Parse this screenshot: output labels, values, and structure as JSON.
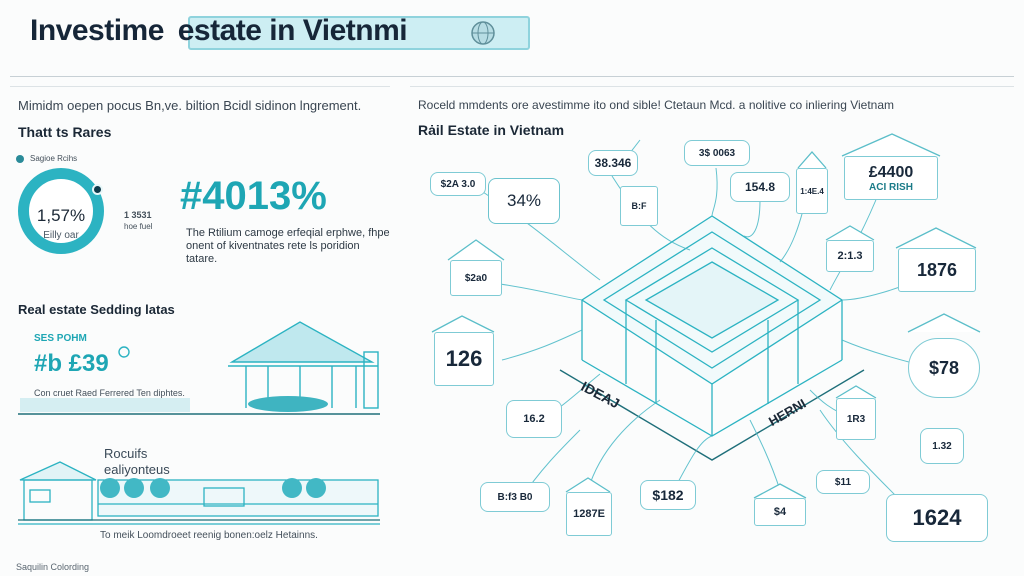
{
  "header": {
    "title_left": "Investime",
    "title_right": "estate in Vietnmi",
    "icon": "globe-icon"
  },
  "left": {
    "subtitle": "Mimidm oepen pocus Bn,ve. biltion Bcidl sidinon lngrement.",
    "section1_heading": "Thatt ts Rares",
    "legend_label": "Sagioe Rcihs",
    "ring": {
      "value": "1,57%",
      "label": "Eilly oar",
      "fraction": 0.82
    },
    "ring_side_value": "1 3531",
    "ring_side_sub": "hoe fuel",
    "big_stat": "#4013%",
    "desc": "The Rtilium camoge erfeqial erphwe, fhpe onent of kiventnates rete ls poridion tatare.",
    "section2_heading": "Real estate Sedding latas",
    "section2_small": "SES POHM",
    "section2_value": "#b £39",
    "section2_caption": "Con cruet Raed Ferrered Ten diphtes.",
    "section3_title_1": "Rocuifs",
    "section3_title_2": "ealiyonteus",
    "section3_caption": "To meik Loomdroeet reenig bonen:oelz Hetainns.",
    "footer": "Saquilin Colording"
  },
  "right": {
    "subtitle": "Roceld mmdents ore avestimme ito ond sible! Ctetaun Mcd. a nolitive co inliering Vietnam",
    "heading": "Rȧil Estate in Vietnam",
    "center_label_left": "IDEAJ",
    "center_label_right": "HERNI",
    "callouts": [
      {
        "text": "38.346",
        "sub": ""
      },
      {
        "text": "3$ 0063",
        "sub": ""
      },
      {
        "text": "£4400",
        "sub": "ACI RISH"
      },
      {
        "text": "$2A 3.0",
        "sub": ""
      },
      {
        "text": "34%",
        "sub": ""
      },
      {
        "text": "154.8",
        "sub": ""
      },
      {
        "text": "B:F",
        "sub": ""
      },
      {
        "text": "1:4E.4",
        "sub": ""
      },
      {
        "text": "2:1.3",
        "sub": ""
      },
      {
        "text": "1876",
        "sub": ""
      },
      {
        "text": "$2a0",
        "sub": ""
      },
      {
        "text": "126",
        "sub": ""
      },
      {
        "text": "$78",
        "sub": ""
      },
      {
        "text": "16.2",
        "sub": ""
      },
      {
        "text": "1R3",
        "sub": ""
      },
      {
        "text": "1.32",
        "sub": ""
      },
      {
        "text": "$11",
        "sub": ""
      },
      {
        "text": "B:f3 B0",
        "sub": ""
      },
      {
        "text": "1287E",
        "sub": ""
      },
      {
        "text": "$182",
        "sub": ""
      },
      {
        "text": "$4",
        "sub": ""
      },
      {
        "text": "1624",
        "sub": ""
      }
    ]
  },
  "colors": {
    "teal": "#2cb3c2",
    "teal_light": "#cdeef3",
    "navy": "#162638"
  }
}
